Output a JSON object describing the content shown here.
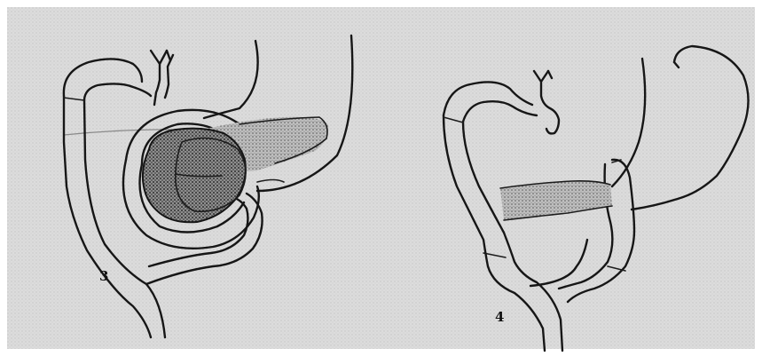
{
  "figure": {
    "panels": [
      {
        "id": "fig-3",
        "number": "3"
      },
      {
        "id": "fig-4",
        "number": "4"
      }
    ],
    "colors": {
      "paper": "#ffffff",
      "background_gray": "#d9d9d9",
      "ink": "#161616"
    }
  }
}
